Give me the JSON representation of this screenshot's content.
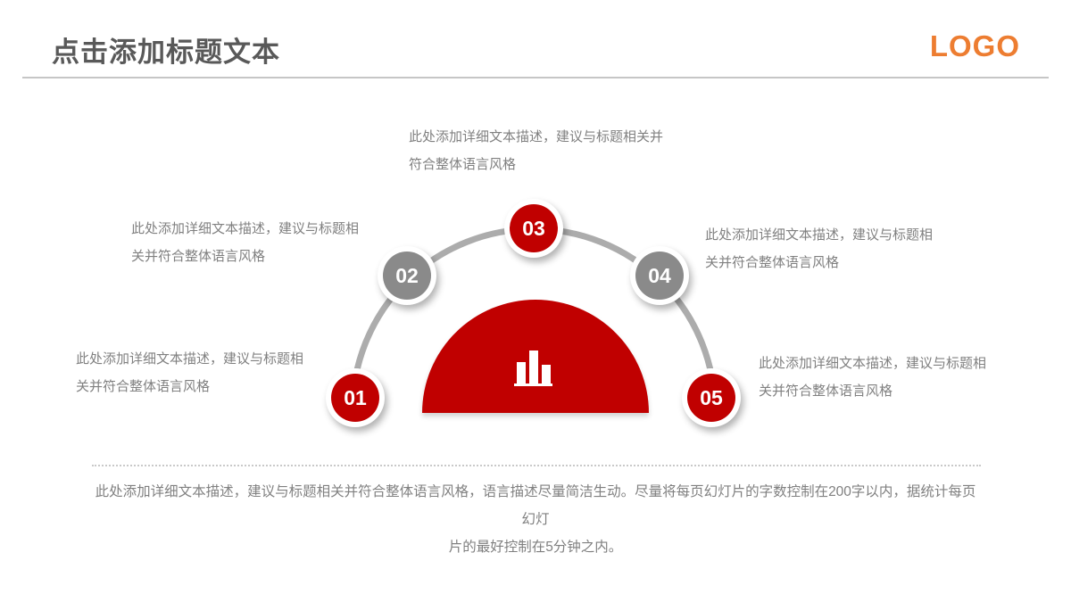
{
  "slide": {
    "title": "点击添加标题文本",
    "logo": "LOGO"
  },
  "colors": {
    "accent_red": "#C00000",
    "circle_gray": "#8A8A8A",
    "arc_gray": "#ACACAC",
    "logo_orange": "#ED7D31",
    "title_gray": "#595959",
    "body_text_gray": "#808080"
  },
  "diagram": {
    "center_icon": "bar-chart-icon",
    "steps": [
      {
        "number": "01",
        "color": "red",
        "desc_line1": "此处添加详细文本描述，建议与标题相",
        "desc_line2": "关并符合整体语言风格"
      },
      {
        "number": "02",
        "color": "gray",
        "desc_line1": "此处添加详细文本描述，建议与标题相",
        "desc_line2": "关并符合整体语言风格"
      },
      {
        "number": "03",
        "color": "red",
        "desc_line1": "此处添加详细文本描述，建议与标题相关并",
        "desc_line2": "符合整体语言风格"
      },
      {
        "number": "04",
        "color": "gray",
        "desc_line1": "此处添加详细文本描述，建议与标题相",
        "desc_line2": "关并符合整体语言风格"
      },
      {
        "number": "05",
        "color": "red",
        "desc_line1": "此处添加详细文本描述，建议与标题相",
        "desc_line2": "关并符合整体语言风格"
      }
    ]
  },
  "footer": {
    "line1": "此处添加详细文本描述，建议与标题相关并符合整体语言风格，语言描述尽量简洁生动。尽量将每页幻灯片的字数控制在200字以内，据统计每页幻灯",
    "line2": "片的最好控制在5分钟之内。"
  }
}
